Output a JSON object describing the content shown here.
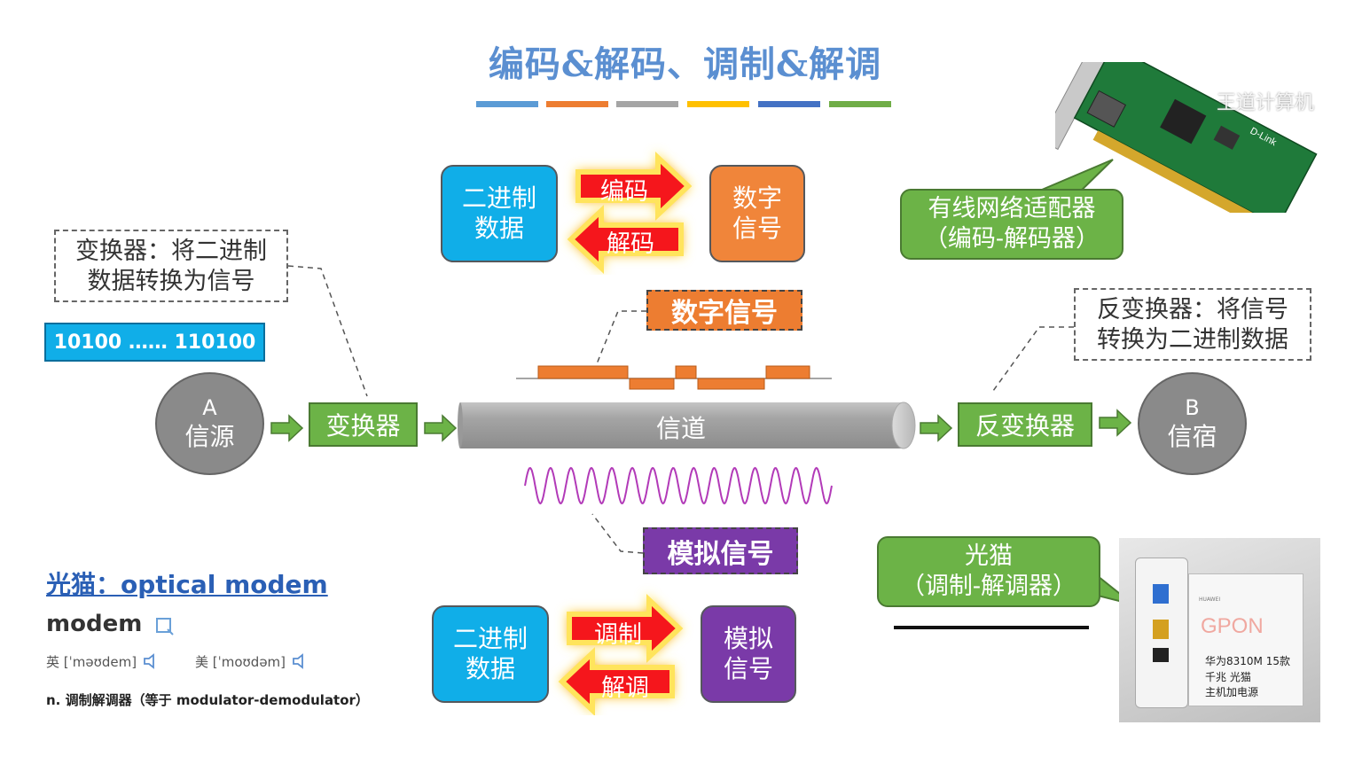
{
  "title": "编码&解码、调制&解调",
  "stripe_colors": [
    "#5b9bd5",
    "#ed7d31",
    "#a5a5a5",
    "#ffc000",
    "#4472c4",
    "#70ad47"
  ],
  "top_flow": {
    "left_box": {
      "line1": "二进制",
      "line2": "数据",
      "color": "#10aee8"
    },
    "right_box": {
      "line1": "数字",
      "line2": "信号",
      "color": "#f0853a"
    },
    "forward_label": "编码",
    "backward_label": "解码"
  },
  "bottom_flow": {
    "left_box": {
      "line1": "二进制",
      "line2": "数据",
      "color": "#10aee8"
    },
    "right_box": {
      "line1": "模拟",
      "line2": "信号",
      "color": "#7a3aa8"
    },
    "forward_label": "调制",
    "backward_label": "解调"
  },
  "converter_note": {
    "line1": "变换器：将二进制",
    "line2": "数据转换为信号"
  },
  "binary_bar": "10100 …… 110100",
  "source": {
    "letter": "A",
    "label": "信源"
  },
  "converter": "变换器",
  "channel": "信道",
  "inverse_converter": "反变换器",
  "sink": {
    "letter": "B",
    "label": "信宿"
  },
  "digital_signal_tag": "数字信号",
  "analog_signal_tag": "模拟信号",
  "inverse_note": {
    "line1": "反变换器：将信号",
    "line2": "转换为二进制数据"
  },
  "nic_callout": {
    "line1": "有线网络适配器",
    "line2": "（编码-解码器）"
  },
  "nic_card": {
    "brand": "D-Link"
  },
  "modem_callout": {
    "line1": "光猫",
    "line2": "（调制-解调器）"
  },
  "modem_photo": {
    "brand": "HUAWEI",
    "logo": "GPON",
    "caption1": "华为8310M 15款",
    "caption2": "千兆 光猫",
    "caption3": "主机加电源"
  },
  "glossary": {
    "heading": "光猫：optical modem",
    "term": "modem",
    "uk": "英 [ˈməʊdem]",
    "us": "美 [ˈmoʊdəm]",
    "definition": "n. 调制解调器（等于 modulator-demodulator）"
  },
  "watermark": "王道计算机"
}
